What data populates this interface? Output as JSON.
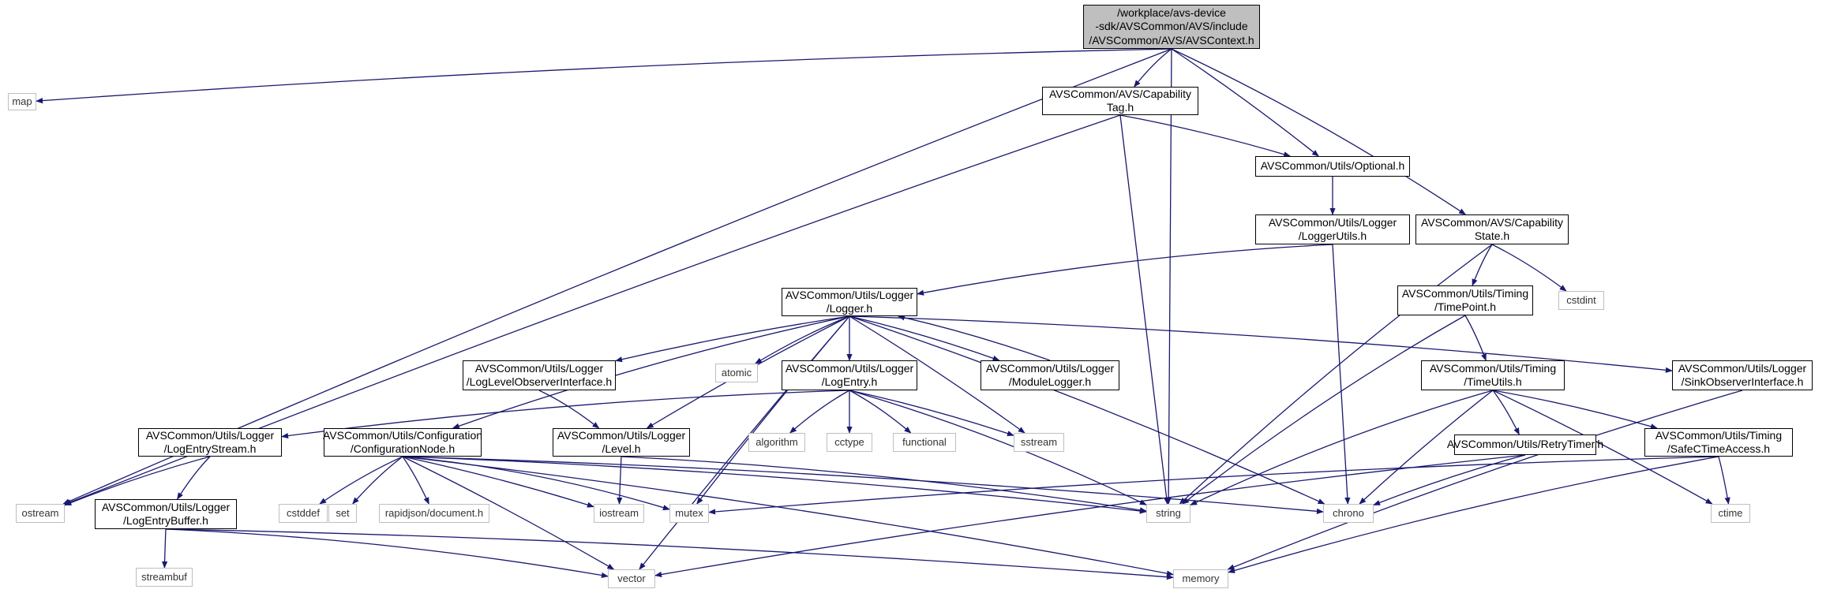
{
  "colors": {
    "edge": "#191970",
    "main_border": "#000000",
    "sys_border": "#bfbfbf",
    "root_fill": "#bfbfbf"
  },
  "nodes": [
    {
      "id": "root",
      "kind": "root",
      "label": "/workplace/avs-device\n-sdk/AVSCommon/AVS/include\n/AVSCommon/AVS/AVSContext.h"
    },
    {
      "id": "map",
      "kind": "sys",
      "label": "map"
    },
    {
      "id": "captag",
      "kind": "main",
      "label": "AVSCommon/AVS/Capability\nTag.h"
    },
    {
      "id": "optional",
      "kind": "main",
      "label": "AVSCommon/Utils/Optional.h"
    },
    {
      "id": "capstate",
      "kind": "main",
      "label": "AVSCommon/AVS/Capability\nState.h"
    },
    {
      "id": "loggerutils",
      "kind": "main",
      "label": "AVSCommon/Utils/Logger\n/LoggerUtils.h"
    },
    {
      "id": "logger",
      "kind": "main",
      "label": "AVSCommon/Utils/Logger\n/Logger.h"
    },
    {
      "id": "cstdint",
      "kind": "sys",
      "label": "cstdint"
    },
    {
      "id": "timepoint",
      "kind": "main",
      "label": "AVSCommon/Utils/Timing\n/TimePoint.h"
    },
    {
      "id": "loglevelobs",
      "kind": "main",
      "label": "AVSCommon/Utils/Logger\n/LogLevelObserverInterface.h"
    },
    {
      "id": "atomic",
      "kind": "sys",
      "label": "atomic"
    },
    {
      "id": "logentry",
      "kind": "main",
      "label": "AVSCommon/Utils/Logger\n/LogEntry.h"
    },
    {
      "id": "modulelogger",
      "kind": "main",
      "label": "AVSCommon/Utils/Logger\n/ModuleLogger.h"
    },
    {
      "id": "timeutils",
      "kind": "main",
      "label": "AVSCommon/Utils/Timing\n/TimeUtils.h"
    },
    {
      "id": "sinkobs",
      "kind": "main",
      "label": "AVSCommon/Utils/Logger\n/SinkObserverInterface.h"
    },
    {
      "id": "logentrystream",
      "kind": "main",
      "label": "AVSCommon/Utils/Logger\n/LogEntryStream.h"
    },
    {
      "id": "confignode",
      "kind": "main",
      "label": "AVSCommon/Utils/Configuration\n/ConfigurationNode.h"
    },
    {
      "id": "level",
      "kind": "main",
      "label": "AVSCommon/Utils/Logger\n/Level.h"
    },
    {
      "id": "algorithm",
      "kind": "sys",
      "label": "algorithm"
    },
    {
      "id": "cctype",
      "kind": "sys",
      "label": "cctype"
    },
    {
      "id": "functional",
      "kind": "sys",
      "label": "functional"
    },
    {
      "id": "sstream",
      "kind": "sys",
      "label": "sstream"
    },
    {
      "id": "retrytimer",
      "kind": "main",
      "label": "AVSCommon/Utils/RetryTimer.h"
    },
    {
      "id": "safectime",
      "kind": "main",
      "label": "AVSCommon/Utils/Timing\n/SafeCTimeAccess.h"
    },
    {
      "id": "ostream",
      "kind": "sys",
      "label": "ostream"
    },
    {
      "id": "logentrybuffer",
      "kind": "main",
      "label": "AVSCommon/Utils/Logger\n/LogEntryBuffer.h"
    },
    {
      "id": "cstddef",
      "kind": "sys",
      "label": "cstddef"
    },
    {
      "id": "set",
      "kind": "sys",
      "label": "set"
    },
    {
      "id": "rapidjson",
      "kind": "sys",
      "label": "rapidjson/document.h"
    },
    {
      "id": "iostream",
      "kind": "sys",
      "label": "iostream"
    },
    {
      "id": "mutex",
      "kind": "sys",
      "label": "mutex"
    },
    {
      "id": "string",
      "kind": "sys",
      "label": "string"
    },
    {
      "id": "chrono",
      "kind": "sys",
      "label": "chrono"
    },
    {
      "id": "ctime",
      "kind": "sys",
      "label": "ctime"
    },
    {
      "id": "streambuf",
      "kind": "sys",
      "label": "streambuf"
    },
    {
      "id": "vector",
      "kind": "sys",
      "label": "vector"
    },
    {
      "id": "memory",
      "kind": "sys",
      "label": "memory"
    }
  ],
  "edges": [
    [
      "root",
      "map"
    ],
    [
      "root",
      "ostream"
    ],
    [
      "root",
      "captag"
    ],
    [
      "root",
      "string"
    ],
    [
      "root",
      "optional"
    ],
    [
      "root",
      "capstate"
    ],
    [
      "captag",
      "ostream"
    ],
    [
      "captag",
      "string"
    ],
    [
      "captag",
      "optional"
    ],
    [
      "optional",
      "loggerutils"
    ],
    [
      "loggerutils",
      "logger"
    ],
    [
      "loggerutils",
      "chrono"
    ],
    [
      "capstate",
      "string"
    ],
    [
      "capstate",
      "timepoint"
    ],
    [
      "capstate",
      "cstdint"
    ],
    [
      "timepoint",
      "string"
    ],
    [
      "timepoint",
      "timeutils"
    ],
    [
      "logger",
      "atomic"
    ],
    [
      "logger",
      "logentry"
    ],
    [
      "logger",
      "modulelogger"
    ],
    [
      "logger",
      "loglevelobs"
    ],
    [
      "logger",
      "sinkobs"
    ],
    [
      "logger",
      "confignode"
    ],
    [
      "logger",
      "level"
    ],
    [
      "logger",
      "mutex"
    ],
    [
      "logger",
      "vector"
    ],
    [
      "logger",
      "sstream"
    ],
    [
      "logger",
      "chrono"
    ],
    [
      "modulelogger",
      "logger"
    ],
    [
      "loglevelobs",
      "level"
    ],
    [
      "logentry",
      "logentrystream"
    ],
    [
      "logentry",
      "algorithm"
    ],
    [
      "logentry",
      "cctype"
    ],
    [
      "logentry",
      "functional"
    ],
    [
      "logentry",
      "sstream"
    ],
    [
      "logentry",
      "string"
    ],
    [
      "logentrystream",
      "ostream"
    ],
    [
      "logentrystream",
      "logentrybuffer"
    ],
    [
      "logentrybuffer",
      "streambuf"
    ],
    [
      "logentrybuffer",
      "vector"
    ],
    [
      "logentrybuffer",
      "memory"
    ],
    [
      "confignode",
      "cstddef"
    ],
    [
      "confignode",
      "set"
    ],
    [
      "confignode",
      "rapidjson"
    ],
    [
      "confignode",
      "iostream"
    ],
    [
      "confignode",
      "mutex"
    ],
    [
      "confignode",
      "string"
    ],
    [
      "confignode",
      "chrono"
    ],
    [
      "confignode",
      "vector"
    ],
    [
      "confignode",
      "memory"
    ],
    [
      "level",
      "iostream"
    ],
    [
      "level",
      "string"
    ],
    [
      "timeutils",
      "string"
    ],
    [
      "timeutils",
      "chrono"
    ],
    [
      "timeutils",
      "retrytimer"
    ],
    [
      "timeutils",
      "safectime"
    ],
    [
      "timeutils",
      "ctime"
    ],
    [
      "retrytimer",
      "chrono"
    ],
    [
      "retrytimer",
      "vector"
    ],
    [
      "safectime",
      "mutex"
    ],
    [
      "safectime",
      "ctime"
    ],
    [
      "safectime",
      "memory"
    ],
    [
      "sinkobs",
      "memory"
    ]
  ]
}
